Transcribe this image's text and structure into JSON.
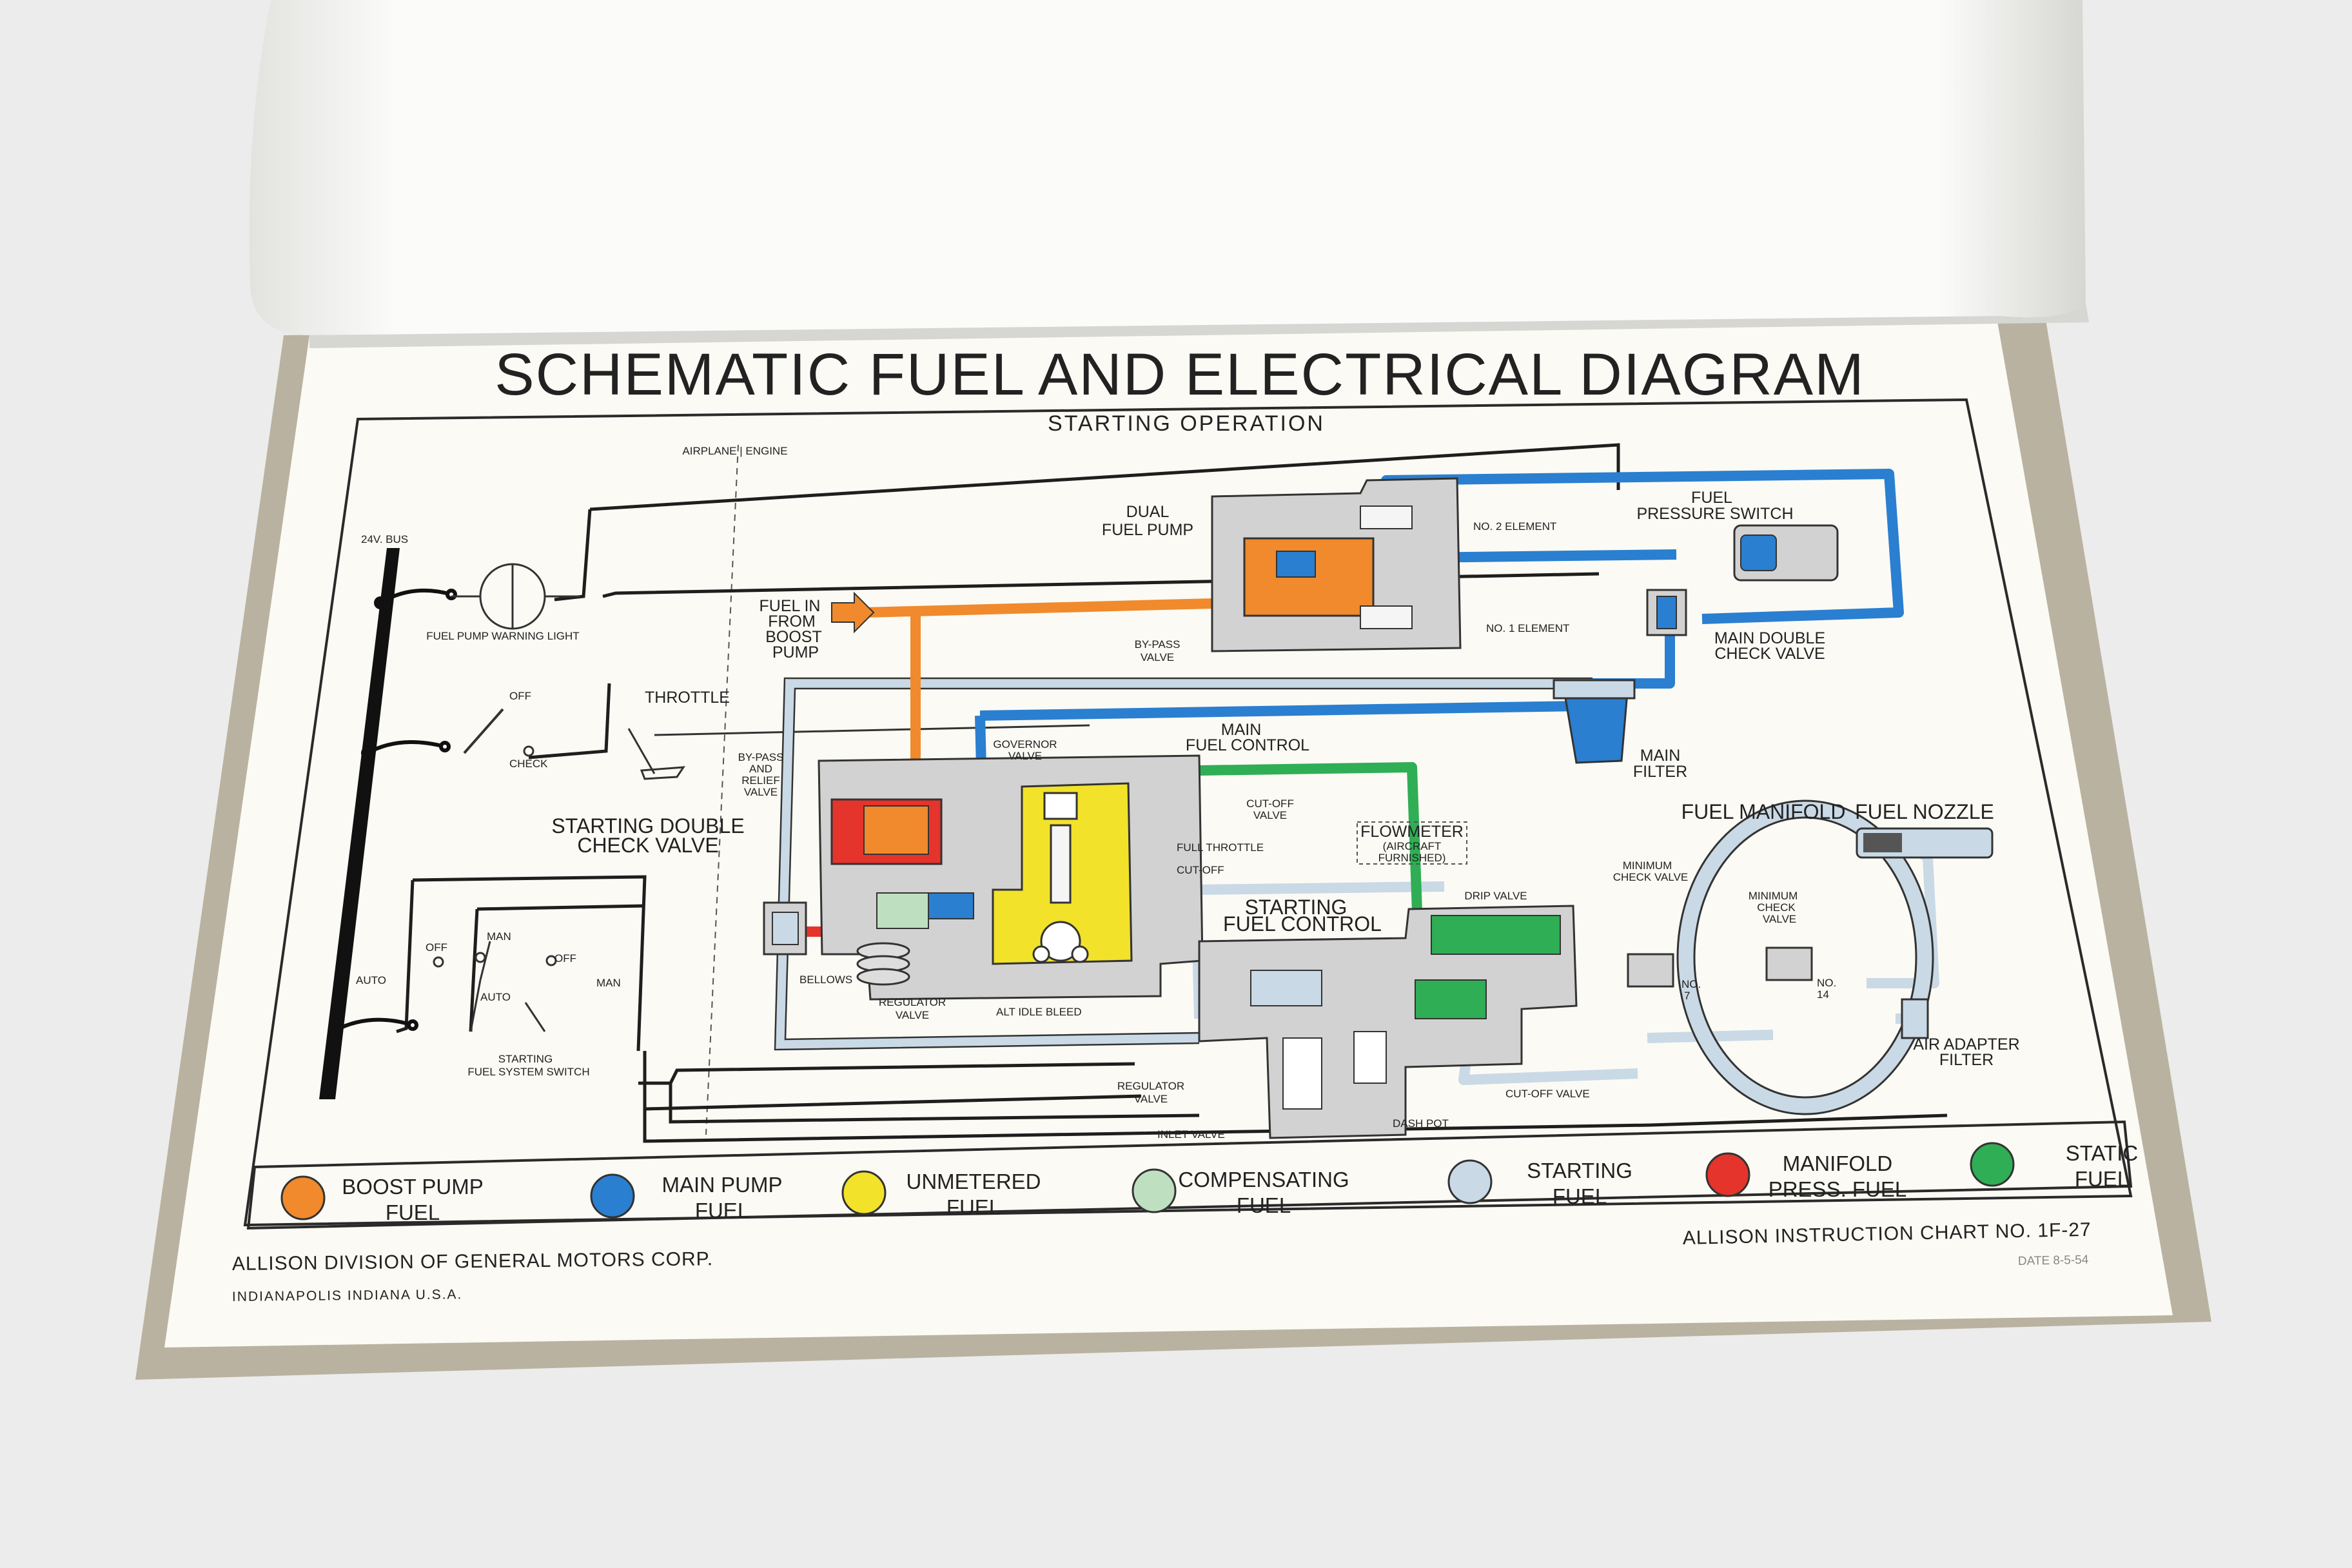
{
  "title": "SCHEMATIC FUEL AND ELECTRICAL DIAGRAM",
  "subtitle": "STARTING OPERATION",
  "airplane_engine": "AIRPLANE | ENGINE",
  "components": {
    "bus": "24V. BUS",
    "fuel_pump_warning_light": "FUEL PUMP WARNING LIGHT",
    "off_top": "OFF",
    "check": "CHECK",
    "throttle": "THROTTLE",
    "fuel_in_1": "FUEL IN",
    "fuel_in_2": "FROM",
    "fuel_in_3": "BOOST",
    "fuel_in_4": "PUMP",
    "dual_fuel_pump_1": "DUAL",
    "dual_fuel_pump_2": "FUEL PUMP",
    "no2_element": "NO. 2 ELEMENT",
    "no1_element": "NO. 1 ELEMENT",
    "bypass_valve_1": "BY-PASS",
    "bypass_valve_2": "VALVE",
    "fuel_pressure_switch_1": "FUEL",
    "fuel_pressure_switch_2": "PRESSURE SWITCH",
    "main_double_check_1": "MAIN DOUBLE",
    "main_double_check_2": "CHECK VALVE",
    "main_filter_1": "MAIN",
    "main_filter_2": "FILTER",
    "main_fuel_control_1": "MAIN",
    "main_fuel_control_2": "FUEL CONTROL",
    "governor_valve_1": "GOVERNOR",
    "governor_valve_2": "VALVE",
    "bypass_relief_1": "BY-PASS",
    "bypass_relief_2": "AND",
    "bypass_relief_3": "RELIEF",
    "bypass_relief_4": "VALVE",
    "cutoff_valve_top_1": "CUT-OFF",
    "cutoff_valve_top_2": "VALVE",
    "full_throttle": "FULL THROTTLE",
    "cut_off": "CUT-OFF",
    "starting_double_check_1": "STARTING DOUBLE",
    "starting_double_check_2": "CHECK VALVE",
    "bellows": "BELLOWS",
    "regulator_valve_1": "REGULATOR",
    "regulator_valve_2": "VALVE",
    "alt_idle_bleed": "ALT IDLE BLEED",
    "flowmeter_1": "FLOWMETER",
    "flowmeter_2": "(AIRCRAFT",
    "flowmeter_3": "FURNISHED)",
    "drip_valve": "DRIP VALVE",
    "starting_fuel_control_1": "STARTING",
    "starting_fuel_control_2": "FUEL CONTROL",
    "fuel_manifold": "FUEL MANIFOLD",
    "fuel_nozzle": "FUEL NOZZLE",
    "min_check_valve_1a": "MINIMUM",
    "min_check_valve_1b": "CHECK VALVE",
    "min_check_valve_2a": "MINIMUM",
    "min_check_valve_2b": "CHECK",
    "min_check_valve_2c": "VALVE",
    "no7_a": "NO.",
    "no7_b": "7",
    "no14_a": "NO.",
    "no14_b": "14",
    "air_adapter_filter_1": "AIR ADAPTER",
    "air_adapter_filter_2": "FILTER",
    "regulator_valve_lower_1": "REGULATOR",
    "regulator_valve_lower_2": "VALVE",
    "inlet_valve": "INLET VALVE",
    "dash_pot": "DASH POT",
    "cutoff_valve_bottom": "CUT-OFF VALVE",
    "off_switch_a": "OFF",
    "man_a": "MAN",
    "off_switch_b": "OFF",
    "man_b": "MAN",
    "auto_a": "AUTO",
    "auto_b": "AUTO",
    "starting_switch_1": "STARTING",
    "starting_switch_2": "FUEL SYSTEM SWITCH"
  },
  "legend": [
    {
      "line1": "BOOST PUMP",
      "line2": "FUEL",
      "color": "#f08a2c"
    },
    {
      "line1": "MAIN PUMP",
      "line2": "FUEL",
      "color": "#2a7fd0"
    },
    {
      "line1": "UNMETERED",
      "line2": "FUEL",
      "color": "#f2e22a"
    },
    {
      "line1": "COMPENSATING",
      "line2": "FUEL",
      "color": "#bfe0c0"
    },
    {
      "line1": "STARTING",
      "line2": "FUEL",
      "color": "#c9d9e6"
    },
    {
      "line1": "MANIFOLD",
      "line2": "PRESS. FUEL",
      "color": "#e5342b"
    },
    {
      "line1": "STATIC",
      "line2": "FUEL",
      "color": "#2fae55"
    }
  ],
  "footer": {
    "company": "ALLISON DIVISION OF GENERAL MOTORS CORP.",
    "location": "INDIANAPOLIS   INDIANA   U.S.A.",
    "chart": "ALLISON INSTRUCTION CHART NO. 1F-27",
    "date": "DATE 8-5-54"
  },
  "colors": {
    "boost": "#f08a2c",
    "main": "#2a7fd0",
    "unmetered": "#f2e22a",
    "compensating": "#bfe0c0",
    "starting": "#c9d9e6",
    "manifold": "#e5342b",
    "static": "#2fae55",
    "line": "#1e1e1e",
    "paper": "#fbfaf4",
    "board": "#b9b2a0"
  }
}
